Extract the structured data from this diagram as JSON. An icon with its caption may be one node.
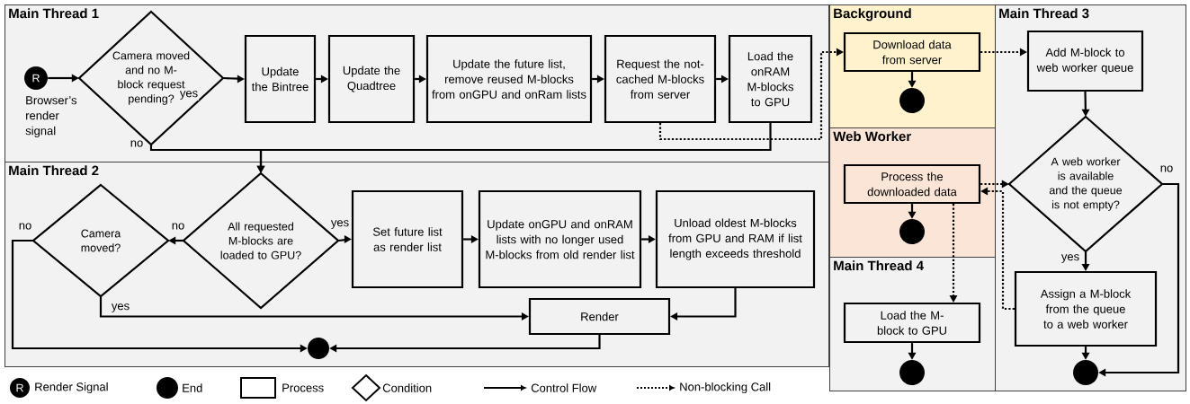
{
  "diagram": {
    "nodes": [
      {
        "text": [
          "Main Thread 1"
        ]
      },
      {
        "text": [
          "R"
        ],
        "beside": [
          "Browser’s render signal"
        ],
        "in": 0
      },
      {
        "text": [
          "Camera moved and no M-block request pending?"
        ],
        "in": 0
      },
      {
        "text": [
          "Update the Bintree"
        ],
        "in": 0
      },
      {
        "text": [
          "Update the Quadtree"
        ],
        "in": 0
      },
      {
        "text": [
          "Update the future list, remove reused M-blocks from onGPU and onRam lists"
        ],
        "in": 0
      },
      {
        "text": [
          "Request the not-cached M-blocks from server"
        ],
        "in": 0
      },
      {
        "text": [
          "Load the onRAM M-blocks to GPU"
        ],
        "in": 0
      },
      {
        "text": [
          "Main Thread 2"
        ]
      },
      {
        "text": [
          "Camera moved?"
        ],
        "in": 8
      },
      {
        "text": [
          "All requested M-blocks are loaded to GPU?"
        ],
        "in": 8
      },
      {
        "text": [
          "Set future list as render list"
        ],
        "in": 8
      },
      {
        "text": [
          "Update onGPU and onRAM lists with no longer used M-blocks from old render list"
        ],
        "in": 8
      },
      {
        "text": [
          "Unload oldest M-blocks from GPU and RAM if list length exceeds threshold"
        ],
        "in": 8
      },
      {
        "text": [
          "Render"
        ],
        "in": 8
      },
      {
        "text": [],
        "shape": "circle",
        "in": 8
      },
      {
        "text": [
          "Background"
        ]
      },
      {
        "text": [
          "Download data from server"
        ],
        "in": 16
      },
      {
        "text": [],
        "shape": "circle",
        "in": 16
      },
      {
        "text": [
          "Web Worker"
        ]
      },
      {
        "text": [
          "Process the downloaded data"
        ],
        "in": 19
      },
      {
        "text": [],
        "shape": "circle",
        "in": 19
      },
      {
        "text": [
          "Main Thread 4"
        ]
      },
      {
        "text": [
          "Load the M-block to GPU"
        ],
        "in": 22
      },
      {
        "text": [],
        "shape": "circle",
        "in": 22
      },
      {
        "text": [
          "Main Thread 3"
        ]
      },
      {
        "text": [
          "Add M-block to web worker queue"
        ],
        "in": 25
      },
      {
        "text": [
          "A web worker is available and the queue is not empty?"
        ],
        "in": 25
      },
      {
        "text": [
          "Assign a M-block from the queue to a web worker"
        ],
        "in": 25
      },
      {
        "text": [],
        "shape": "circle",
        "in": 25
      }
    ],
    "edges": [
      {
        "from": 1,
        "to": 2,
        "arrow": "to"
      },
      {
        "from": 2,
        "to": 3,
        "arrow": "to",
        "label": "yes"
      },
      {
        "from": 3,
        "to": 4,
        "arrow": "to"
      },
      {
        "from": 4,
        "to": 5,
        "arrow": "to"
      },
      {
        "from": 5,
        "to": 6,
        "arrow": "to"
      },
      {
        "from": 6,
        "to": 7,
        "arrow": "to"
      },
      {
        "from": 2,
        "to": 10,
        "arrow": "to",
        "label": "no"
      },
      {
        "from": 7,
        "to": 10,
        "arrow": "to"
      },
      {
        "from": 6,
        "to": 17,
        "arrow": "to",
        "style": "dashed"
      },
      {
        "from": 17,
        "to": 18,
        "arrow": "to"
      },
      {
        "from": 17,
        "to": 26,
        "arrow": "to",
        "style": "dashed"
      },
      {
        "from": 26,
        "to": 27,
        "arrow": "to"
      },
      {
        "from": 27,
        "to": 28,
        "arrow": "to",
        "label": "yes"
      },
      {
        "from": 27,
        "to": 29,
        "arrow": "to",
        "label": "no"
      },
      {
        "from": 28,
        "to": 29,
        "arrow": "to"
      },
      {
        "from": 28,
        "to": 20,
        "arrow": "to",
        "style": "dashed"
      },
      {
        "from": 20,
        "to": 27,
        "arrow": "to",
        "style": "dashed"
      },
      {
        "from": 20,
        "to": 21,
        "arrow": "to"
      },
      {
        "from": 20,
        "to": 23,
        "arrow": "to",
        "style": "dashed"
      },
      {
        "from": 23,
        "to": 24,
        "arrow": "to"
      },
      {
        "from": 10,
        "to": 11,
        "arrow": "to",
        "label": "yes"
      },
      {
        "from": 10,
        "to": 9,
        "arrow": "to",
        "label": "no"
      },
      {
        "from": 11,
        "to": 12,
        "arrow": "to"
      },
      {
        "from": 12,
        "to": 13,
        "arrow": "to"
      },
      {
        "from": 13,
        "to": 14,
        "arrow": "to"
      },
      {
        "from": 9,
        "to": 14,
        "arrow": "to",
        "label": "yes"
      },
      {
        "from": 9,
        "to": 15,
        "arrow": "to",
        "label": "no"
      },
      {
        "from": 14,
        "to": 15,
        "arrow": "to"
      }
    ],
    "labels": [
      "R"
    ],
    "legend": [
      {
        "text": "Render Signal"
      },
      {
        "text": "End"
      },
      {
        "text": "Process"
      },
      {
        "text": "Condition"
      },
      {
        "text": "Control Flow"
      },
      {
        "text": "Non-blocking Call"
      }
    ]
  }
}
